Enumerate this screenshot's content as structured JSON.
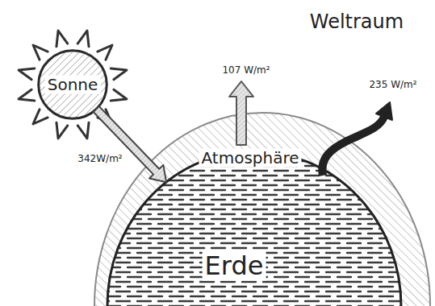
{
  "diagram": {
    "nodes": [
      {
        "text": [
          "Sonne"
        ]
      },
      {
        "text": [
          "Atmosphäre"
        ]
      },
      {
        "text": [
          "Erde"
        ],
        "in": 1
      }
    ],
    "edges": [
      {
        "from": 0,
        "to": 2,
        "arrow": "to",
        "label": "342W/m²"
      }
    ],
    "labels": [
      "Weltraum",
      "107 W/m²",
      "235 W/m²"
    ]
  }
}
